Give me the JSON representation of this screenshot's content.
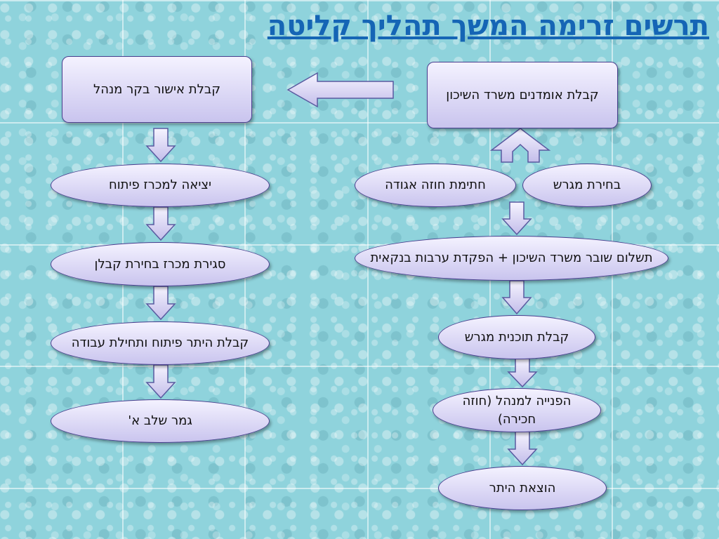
{
  "title": "תרשים זרימה המשך תהליך קליטה",
  "nodes": {
    "receive_approval": "קבלת אישור בקר מנהל",
    "receive_estimates": "קבלת אומדנים משרד השיכון",
    "tender_exit": "יציאה למכרז פיתוח",
    "association_contract": "חתימת חוזה אגודה",
    "plot_selection": "בחירת מגרש",
    "tender_close": "סגירת מכרז בחירת קבלן",
    "payment_voucher": "תשלום שובר משרד השיכון + הפקדת ערבות בנקאית",
    "development_permit": "קבלת היתר פיתוח ותחילת עבודה",
    "plot_plan": "קבלת תוכנית מגרש",
    "stage_a_end": "גמר שלב א'",
    "referral_manager": "הפנייה למנהל (חוזה חכירה)",
    "permit_issue": "הוצאת היתר"
  }
}
